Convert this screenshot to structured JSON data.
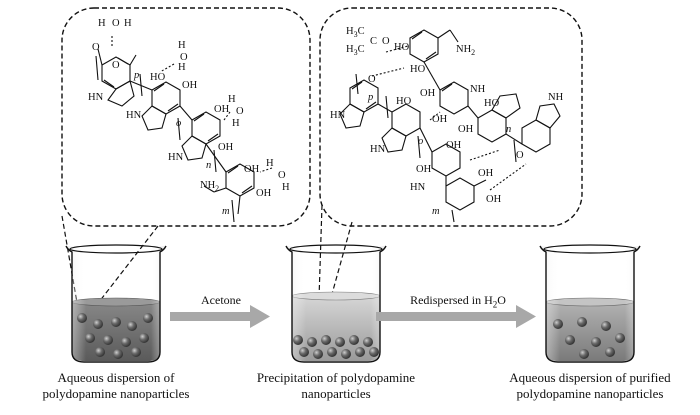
{
  "colors": {
    "liquid_dark": "#6d6d6d",
    "liquid_light": "#bdbdbd",
    "liquid_clear": "#d4d4d4",
    "particle": "#4a4a4a",
    "arrow": "#a8a8a8",
    "outline": "#111111"
  },
  "beakers": [
    {
      "caption_line1": "Aqueous dispersion of",
      "caption_line2": "polydopamine nanoparticles"
    },
    {
      "caption_line1": "Precipitation of polydopamine",
      "caption_line2": "nanoparticles"
    },
    {
      "caption_line1": "Aqueous dispersion of purified",
      "caption_line2": "polydopamine nanoparticles"
    }
  ],
  "arrows": [
    {
      "label": "Acetone"
    },
    {
      "label_main": "Redispersed in H",
      "label_sub": "2",
      "label_tail": "O"
    }
  ],
  "structures": {
    "left_panel": {
      "labels": [
        "H",
        "O",
        "H",
        "O",
        "H",
        "OH",
        "O",
        "HN",
        "p",
        "HO",
        "OH",
        "o",
        "H",
        "H",
        "O",
        "OH",
        "HN",
        "n",
        "OH",
        "NH2",
        "H",
        "O",
        "H",
        "OH",
        "m"
      ]
    },
    "right_panel": {
      "labels": [
        "H3C",
        "H3C",
        "C",
        "O",
        "HO",
        "NH2",
        "O",
        "HO",
        "OH",
        "HN",
        "p",
        "HO",
        "OH",
        "OH",
        "o",
        "NH",
        "HN",
        "OH",
        "OH",
        "HO",
        "n",
        "O",
        "NH",
        "HN",
        "OH",
        "OH",
        "m"
      ]
    }
  }
}
